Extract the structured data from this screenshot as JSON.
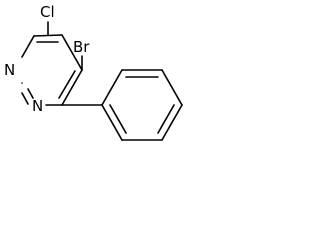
{
  "structure": {
    "atoms": {
      "chlorine": "Cl",
      "bromine": "Br",
      "nitrogen_1": "N",
      "nitrogen_3": "N"
    },
    "bond_color": "#000000",
    "label_color": "#000000",
    "background": "#ffffff"
  }
}
